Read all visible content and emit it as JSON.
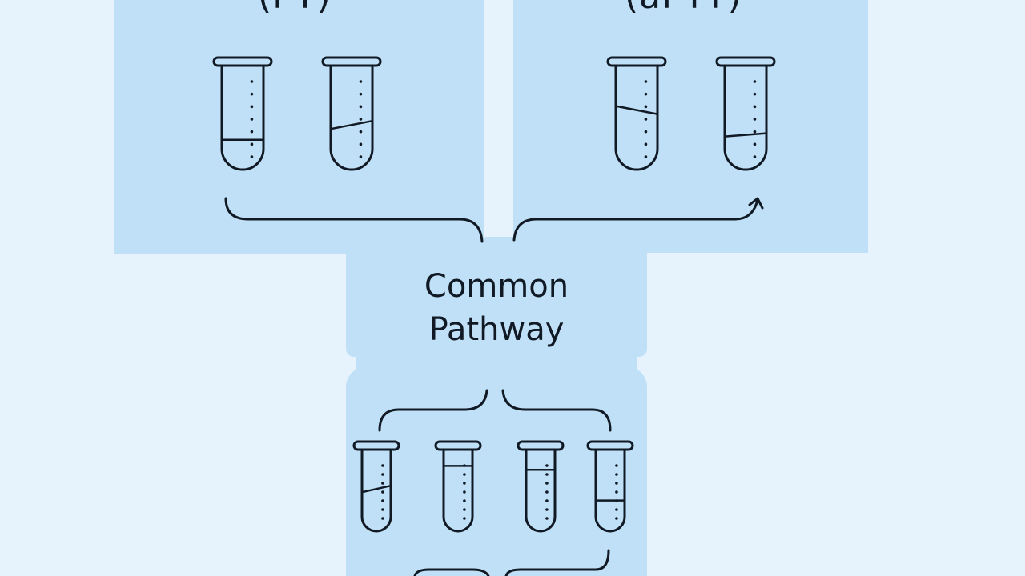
{
  "left_panel": {
    "title": "(PT)"
  },
  "right_panel": {
    "title": "(aPTT)"
  },
  "center_panel": {
    "title_line1": "Common",
    "title_line2": "Pathway"
  },
  "colors": {
    "background": "#e6f3fc",
    "panel": "#bfe0f7",
    "ink": "#111a24"
  },
  "tubes": [
    {
      "id": "tube-pt-1",
      "fill_level": 0.3
    },
    {
      "id": "tube-pt-2",
      "fill_level": 0.45
    },
    {
      "id": "tube-aptt-1",
      "fill_level": 0.6
    },
    {
      "id": "tube-aptt-2",
      "fill_level": 0.35
    },
    {
      "id": "tube-common-1",
      "fill_level": 0.55
    },
    {
      "id": "tube-common-2",
      "fill_level": 0.85
    },
    {
      "id": "tube-common-3",
      "fill_level": 0.8
    },
    {
      "id": "tube-common-4",
      "fill_level": 0.4
    }
  ]
}
